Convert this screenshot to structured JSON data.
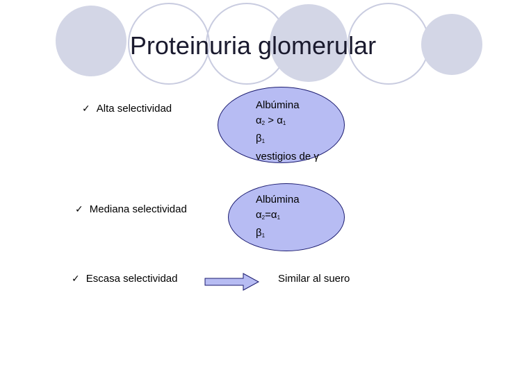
{
  "title": "Proteinuria glomerular",
  "rows": [
    {
      "label": "Alta selectividad",
      "lines": {
        "l1": "Albúmina",
        "l2a": "α",
        "l2a_sub": "2",
        "l2op": " > α",
        "l2b_sub": "1",
        "l3a": " β",
        "l3_sub": "1",
        "l4": "vestigios de γ"
      }
    },
    {
      "label": "Mediana selectividad",
      "lines": {
        "l1": "Albúmina",
        "l2a": "α",
        "l2a_sub": "2",
        "l2op": "=α",
        "l2b_sub": "1",
        "l3a": " β",
        "l3_sub": "1"
      }
    },
    {
      "label": "Escasa selectividad",
      "result": "Similar al suero"
    }
  ],
  "check_glyph": "✓",
  "colors": {
    "ellipse_fill": "#b7bcf3",
    "ellipse_border": "#1a1a6e",
    "arrow_fill": "#b7bcf3",
    "decor": "#d3d6e6"
  }
}
